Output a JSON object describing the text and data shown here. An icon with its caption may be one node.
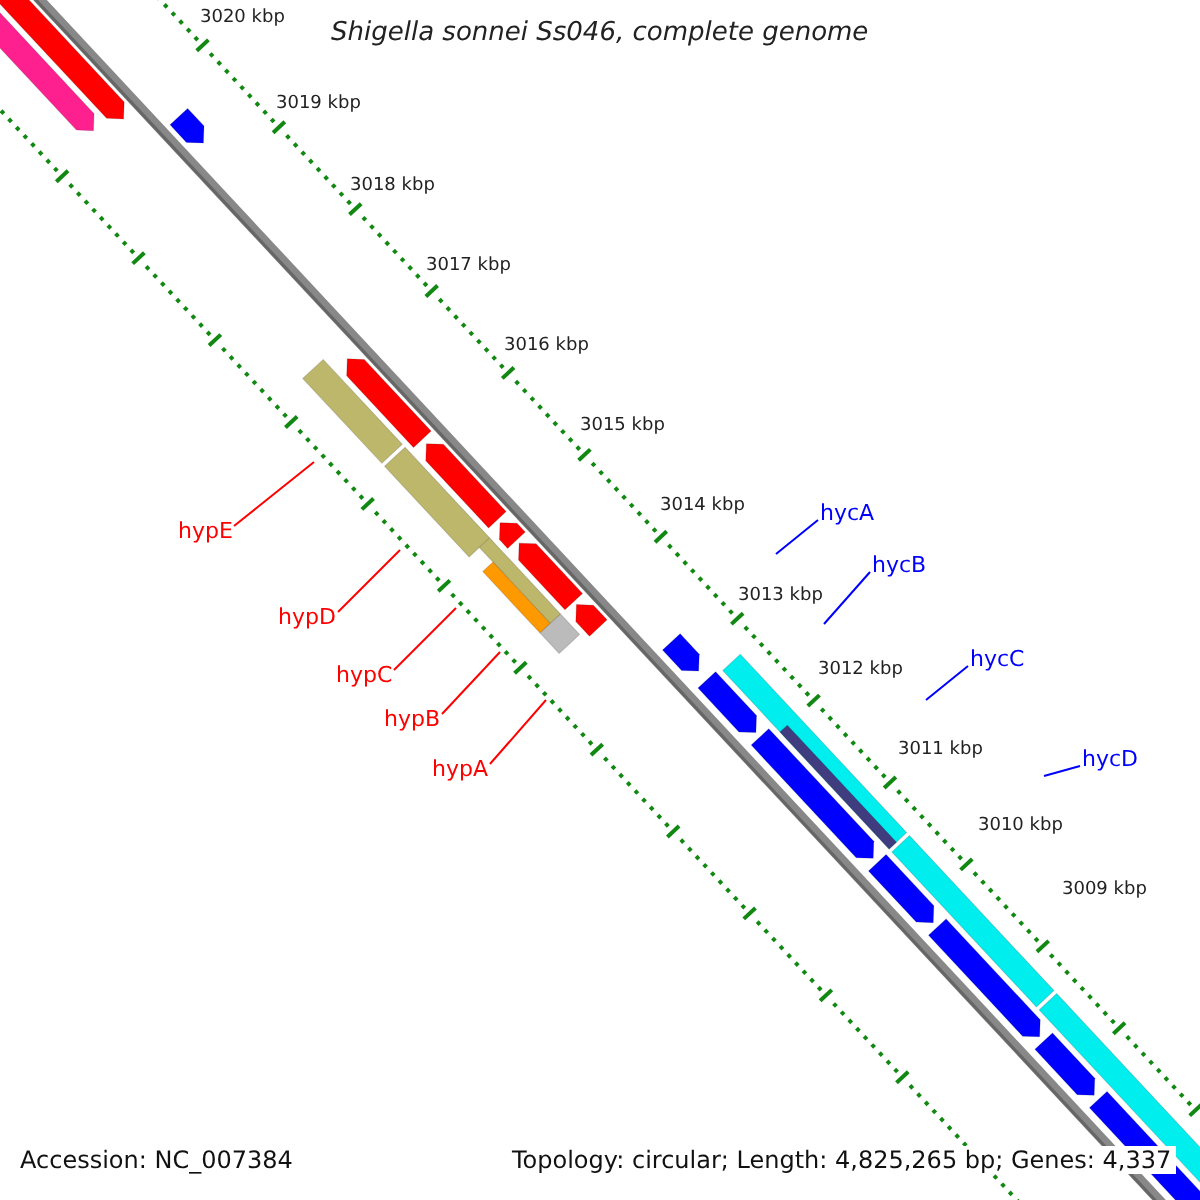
{
  "diagram": {
    "title": "Shigella sonnei Ss046, complete genome",
    "nodes": [
      {
        "text": [
          "hypE"
        ]
      },
      {
        "text": [
          "hypD"
        ]
      },
      {
        "text": [
          "hypC"
        ]
      },
      {
        "text": [
          "hypB"
        ]
      },
      {
        "text": [
          "hypA"
        ]
      },
      {
        "text": [
          "hycA"
        ]
      },
      {
        "text": [
          "hycB"
        ]
      },
      {
        "text": [
          "hycC"
        ]
      },
      {
        "text": [
          "hycD"
        ]
      }
    ],
    "edges": [
      {
        "from": 0,
        "to": null,
        "arrow": "none"
      },
      {
        "from": 1,
        "to": null,
        "arrow": "none"
      },
      {
        "from": 2,
        "to": null,
        "arrow": "none"
      },
      {
        "from": 3,
        "to": null,
        "arrow": "none"
      },
      {
        "from": 4,
        "to": null,
        "arrow": "none"
      },
      {
        "from": 5,
        "to": null,
        "arrow": "none",
        "color": "#0000ff"
      },
      {
        "from": 6,
        "to": null,
        "arrow": "none",
        "color": "#0000ff"
      },
      {
        "from": 7,
        "to": null,
        "arrow": "none",
        "color": "#0000ff"
      },
      {
        "from": 8,
        "to": null,
        "arrow": "none",
        "color": "#0000ff"
      }
    ],
    "labels": [
      "3020 kbp",
      "3019 kbp",
      "3018 kbp",
      "3017 kbp",
      "3016 kbp",
      "3015 kbp",
      "3014 kbp",
      "3013 kbp",
      "3012 kbp",
      "3011 kbp",
      "3010 kbp",
      "3009 kbp",
      "Accession: NC_007384",
      "Topology: circular; Length: 4,825,265 bp; Genes: 4,337"
    ]
  }
}
